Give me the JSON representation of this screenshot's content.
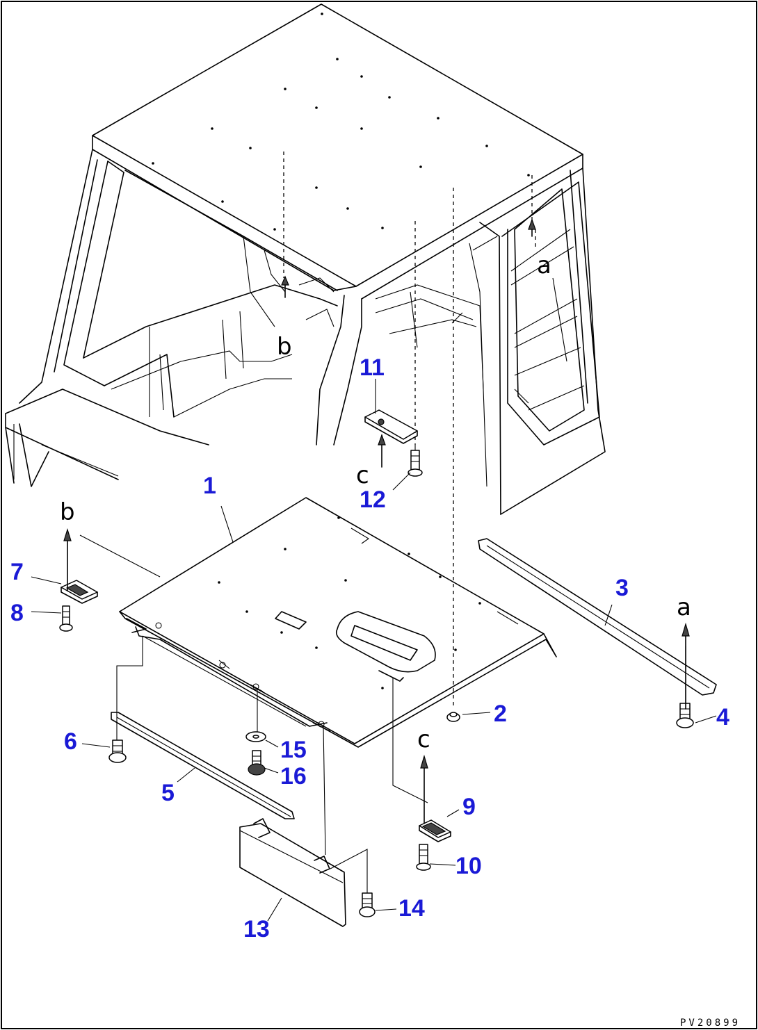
{
  "callouts": {
    "c1": "1",
    "c2": "2",
    "c3": "3",
    "c4": "4",
    "c5": "5",
    "c6": "6",
    "c7": "7",
    "c8": "8",
    "c9": "9",
    "c10": "10",
    "c11": "11",
    "c12": "12",
    "c13": "13",
    "c14": "14",
    "c15": "15",
    "c16": "16"
  },
  "refs": {
    "a": "a",
    "b": "b",
    "c": "c"
  },
  "drawing_code": "PV20899",
  "colors": {
    "callout": "#1a1ad6",
    "line": "#000000",
    "background": "#ffffff"
  }
}
